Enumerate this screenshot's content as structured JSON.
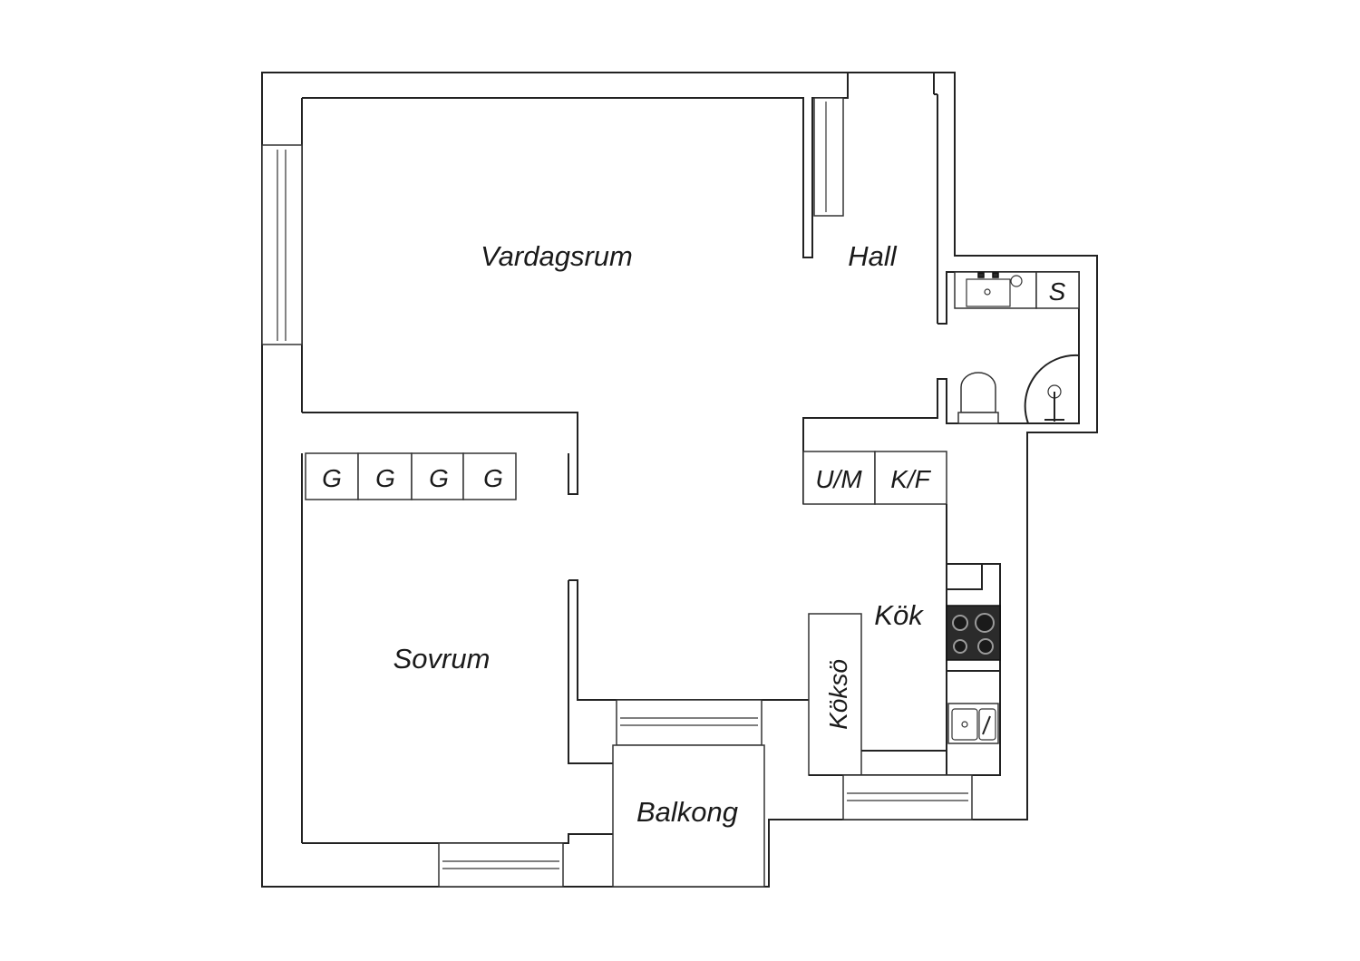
{
  "rooms": {
    "vardagsrum": "Vardagsrum",
    "hall": "Hall",
    "sovrum": "Sovrum",
    "kok": "Kök",
    "balkong": "Balkong"
  },
  "fixtures": {
    "wardrobes": [
      "G",
      "G",
      "G",
      "G"
    ],
    "um": "U/M",
    "kf": "K/F",
    "koksö": "Köksö",
    "shower": "S"
  },
  "colors": {
    "wall_stroke": "#222222",
    "stove": "#2b2b2b",
    "background": "#ffffff"
  }
}
